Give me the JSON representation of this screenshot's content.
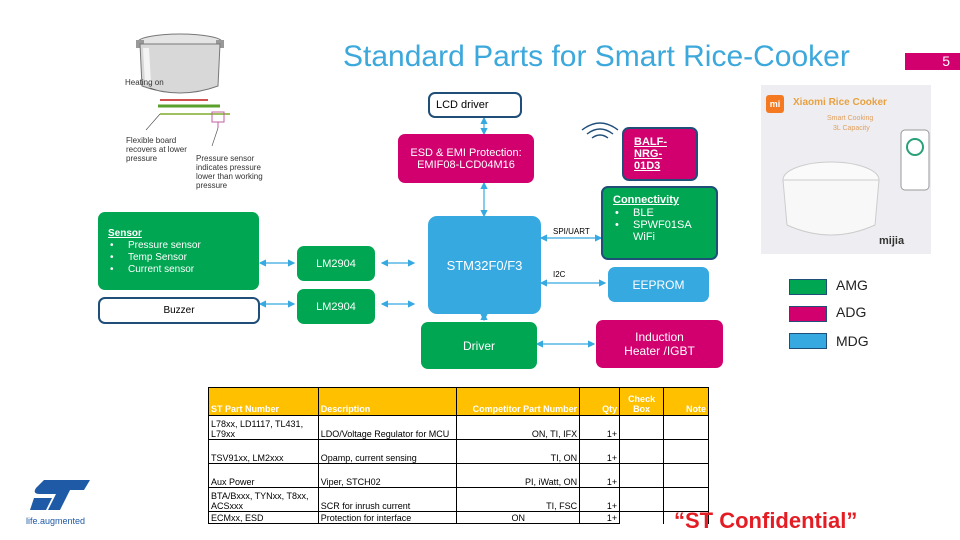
{
  "slide": {
    "title": "Standard Parts for Smart Rice-Cooker",
    "page_number": "5",
    "confidential": "“ST Confidential”"
  },
  "cooker_figure": {
    "heating_label": "Heating on",
    "board_label": "Flexible board recovers at lower pressure",
    "sensor_label": "Pressure sensor indicates pressure lower than working pressure"
  },
  "diagram": {
    "lcd_driver": "LCD driver",
    "esd_emi": "ESD & EMI Protection: EMIF08-LCD04M16",
    "balf": "BALF-NRG-01D3",
    "connectivity_title": "Connectivity",
    "connectivity_items": [
      "BLE",
      "SPWF01SA WiFi"
    ],
    "sensor_title": "Sensor",
    "sensor_items": [
      "Pressure sensor",
      "Temp Sensor",
      "Current sensor"
    ],
    "buzzer": "Buzzer",
    "lm2904_a": "LM2904",
    "lm2904_b": "LM2904",
    "mcu": "STM32F0/F3",
    "spi_uart": "SPI/UART",
    "i2c": "I2C",
    "eeprom": "EEPROM",
    "driver": "Driver",
    "induction": "Induction Heater /IGBT"
  },
  "product_photo": {
    "banner": "Xiaomi Rice Cooker",
    "subtitle_1": "Smart Cooking",
    "subtitle_2": "3L Capacity",
    "brand": "mijia"
  },
  "legend": [
    {
      "label": "AMG",
      "color": "#00a651"
    },
    {
      "label": "ADG",
      "color": "#d2006e"
    },
    {
      "label": "MDG",
      "color": "#36a9e1"
    }
  ],
  "parts_table": {
    "headers": [
      "ST Part Number",
      "Description",
      "Competitor Part Number",
      "Qty",
      "Check Box",
      "Note"
    ],
    "rows": [
      [
        "L78xx, LD1117, TL431, L79xx",
        "LDO/Voltage Regulator for MCU",
        "ON, TI, IFX",
        "1+",
        "",
        ""
      ],
      [
        "TSV91xx, LM2xxx",
        "Opamp, current sensing",
        "TI, ON",
        "1+",
        "",
        ""
      ],
      [
        "Aux Power",
        "Viper, STCH02",
        "PI, iWatt, ON",
        "1+",
        "",
        ""
      ],
      [
        "BTA/Bxxx, TYNxx, T8xx, ACSxxx",
        "SCR for inrush current",
        "TI, FSC",
        "1+",
        "",
        ""
      ],
      [
        "ECMxx, ESD",
        "Protection for interface",
        "ON",
        "1+",
        "",
        ""
      ]
    ]
  },
  "logo": {
    "tagline": "life.augmented"
  }
}
